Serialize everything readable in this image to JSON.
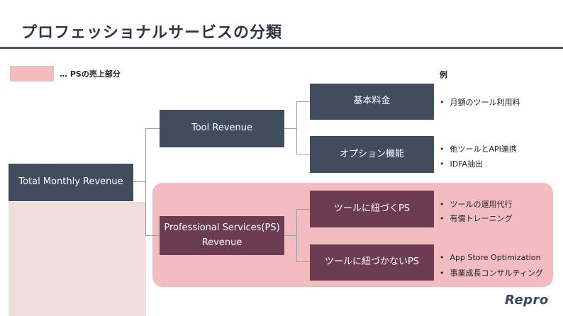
{
  "title": "プロフェッショナルサービスの分類",
  "legend": {
    "text": "… PSの売上部分",
    "swatch_color": "#f2bcc0"
  },
  "examples_header": "例",
  "colors": {
    "navy": "#414c5e",
    "plum": "#6b3c52",
    "ps_region": "#f2bcc0"
  },
  "nodes": {
    "total": "Total Monthly Revenue",
    "tool": "Tool Revenue",
    "ps_line1": "Professional Services(PS)",
    "ps_line2": "Revenue",
    "basic_fee": "基本料金",
    "option": "オプション機能",
    "ps_linked": "ツールに紐づくPS",
    "ps_unlinked": "ツールに紐づかないPS"
  },
  "examples": {
    "basic_fee": [
      "月額のツール利用料"
    ],
    "option": [
      "他ツールとAPI連携",
      "IDFA抽出"
    ],
    "ps_linked": [
      "ツールの運用代行",
      "有償トレーニング"
    ],
    "ps_unlinked": [
      "App Store Optimization",
      "事業成長コンサルティング"
    ]
  },
  "logo": "Repro"
}
